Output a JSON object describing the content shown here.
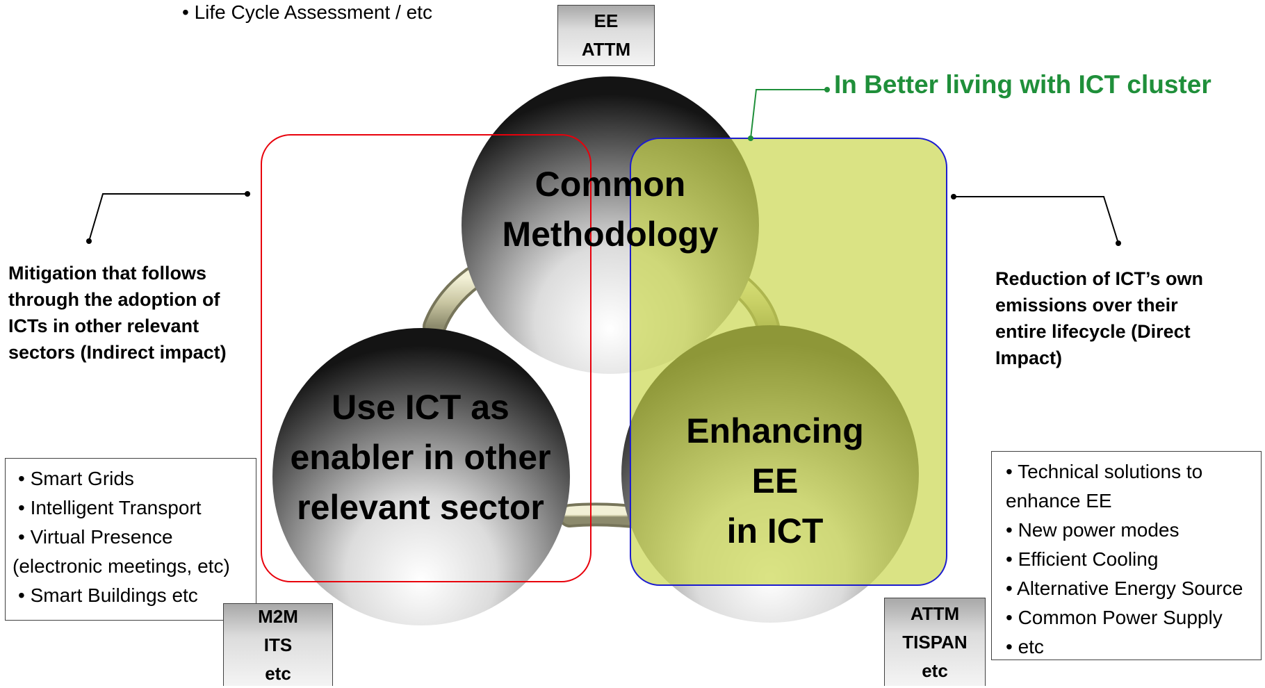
{
  "top_note": "• Life Cycle Assessment / etc",
  "tags": {
    "top": [
      "EE",
      "ATTM"
    ],
    "bottom_left": [
      "M2M",
      "ITS",
      "etc"
    ],
    "bottom_right": [
      "ATTM",
      "TISPAN",
      "etc"
    ]
  },
  "spheres": {
    "top": [
      "Common",
      "Methodology"
    ],
    "left": [
      "Use ICT as",
      "enabler in other",
      "relevant sector"
    ],
    "right": [
      "Enhancing",
      "EE",
      "in ICT"
    ]
  },
  "cluster_label": "In Better living with ICT cluster",
  "left_description": [
    "Mitigation that follows",
    "through the adoption of",
    "ICTs in other relevant",
    "sectors (Indirect impact)"
  ],
  "right_description": [
    "Reduction of ICT’s own",
    "emissions over their",
    "entire lifecycle (Direct",
    "Impact)"
  ],
  "left_list": [
    "• Smart Grids",
    "• Intelligent Transport",
    "• Virtual Presence",
    "(electronic meetings, etc)",
    "• Smart Buildings etc"
  ],
  "right_list": [
    "• Technical solutions to",
    "enhance EE",
    "• New power modes",
    "• Efficient Cooling",
    "• Alternative Energy Source",
    "• Common Power Supply",
    "• etc"
  ],
  "colors": {
    "red_outline": "#e8000b",
    "blue_outline": "#1c1ccf",
    "green_fill": "#c8d64a",
    "cluster_text": "#1f8f3a"
  }
}
